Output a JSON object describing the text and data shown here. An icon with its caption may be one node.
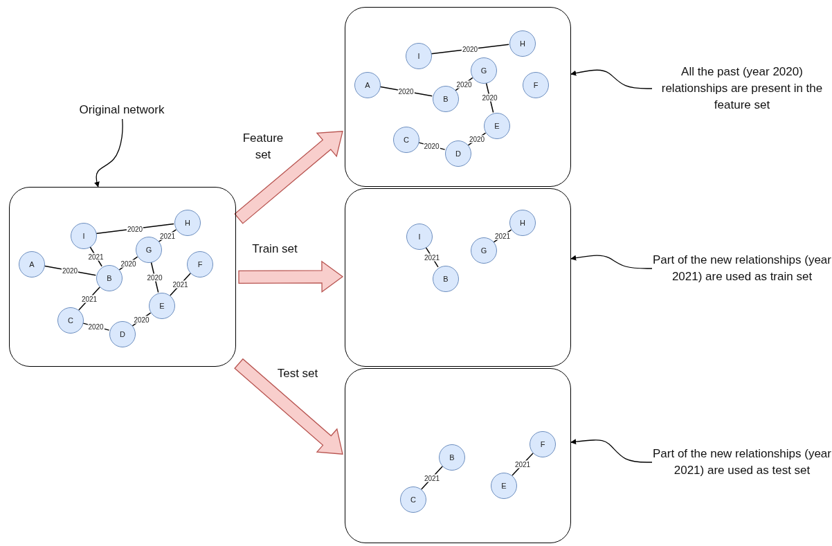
{
  "diagram": {
    "nodes": [
      {
        "text": [],
        "shape": "box"
      },
      {
        "text": [
          "H"
        ],
        "in": 0
      },
      {
        "text": [
          "I"
        ],
        "in": 0
      },
      {
        "text": [
          "G"
        ],
        "in": 0
      },
      {
        "text": [
          "A"
        ],
        "in": 0
      },
      {
        "text": [
          "F"
        ],
        "in": 0
      },
      {
        "text": [
          "B"
        ],
        "in": 0
      },
      {
        "text": [
          "E"
        ],
        "in": 0
      },
      {
        "text": [
          "C"
        ],
        "in": 0
      },
      {
        "text": [
          "D"
        ],
        "in": 0
      },
      {
        "text": [
          "All the past (year 2020) relationships are present in the feature set"
        ]
      },
      {
        "text": [
          "Original network"
        ]
      },
      {
        "text": [],
        "shape": "box"
      },
      {
        "text": [
          "H"
        ],
        "in": 12
      },
      {
        "text": [
          "I"
        ],
        "in": 12
      },
      {
        "text": [
          "G"
        ],
        "in": 12
      },
      {
        "text": [
          "A"
        ],
        "in": 12
      },
      {
        "text": [
          "F"
        ],
        "in": 12
      },
      {
        "text": [
          "B"
        ],
        "in": 12
      },
      {
        "text": [
          "E"
        ],
        "in": 12
      },
      {
        "text": [
          "C"
        ],
        "in": 12
      },
      {
        "text": [
          "D"
        ],
        "in": 12
      },
      {
        "text": [],
        "shape": "box"
      },
      {
        "text": [
          "H"
        ],
        "in": 22
      },
      {
        "text": [
          "I"
        ],
        "in": 22
      },
      {
        "text": [
          "G"
        ],
        "in": 22
      },
      {
        "text": [
          "B"
        ],
        "in": 22
      },
      {
        "text": [
          "Part of the new relationships (year 2021) are used as train set"
        ]
      },
      {
        "text": [],
        "shape": "box"
      },
      {
        "text": [
          "F"
        ],
        "in": 28
      },
      {
        "text": [
          "B"
        ],
        "in": 28
      },
      {
        "text": [
          "E"
        ],
        "in": 28
      },
      {
        "text": [
          "C"
        ],
        "in": 28
      },
      {
        "text": [
          "Part of the new relationships (year 2021) are used as test set"
        ]
      }
    ],
    "edges": [
      {
        "from": 12,
        "to": 0,
        "arrow": "to",
        "label": "Feature set",
        "style": "thick",
        "color": "#f8cecc"
      },
      {
        "from": 12,
        "to": 22,
        "arrow": "to",
        "label": "Train set",
        "style": "thick",
        "color": "#f8cecc"
      },
      {
        "from": 12,
        "to": 28,
        "arrow": "to",
        "label": "Test set",
        "style": "thick",
        "color": "#f8cecc"
      },
      {
        "from": 11,
        "to": 12,
        "arrow": "to"
      },
      {
        "from": 10,
        "to": 0,
        "arrow": "to"
      },
      {
        "from": 27,
        "to": 22,
        "arrow": "to"
      },
      {
        "from": 33,
        "to": 28,
        "arrow": "to"
      },
      {
        "from": 14,
        "to": 13,
        "arrow": "none",
        "label": "2020"
      },
      {
        "from": 15,
        "to": 13,
        "arrow": "none",
        "label": "2021"
      },
      {
        "from": 14,
        "to": 18,
        "arrow": "none",
        "label": "2021"
      },
      {
        "from": 16,
        "to": 18,
        "arrow": "none",
        "label": "2020"
      },
      {
        "from": 18,
        "to": 15,
        "arrow": "none",
        "label": "2020"
      },
      {
        "from": 15,
        "to": 19,
        "arrow": "none",
        "label": "2020"
      },
      {
        "from": 19,
        "to": 17,
        "arrow": "none",
        "label": "2021"
      },
      {
        "from": 18,
        "to": 20,
        "arrow": "none",
        "label": "2021"
      },
      {
        "from": 20,
        "to": 21,
        "arrow": "none",
        "label": "2020"
      },
      {
        "from": 21,
        "to": 19,
        "arrow": "none",
        "label": "2020"
      },
      {
        "from": 2,
        "to": 1,
        "arrow": "none",
        "label": "2020"
      },
      {
        "from": 4,
        "to": 6,
        "arrow": "none",
        "label": "2020"
      },
      {
        "from": 6,
        "to": 3,
        "arrow": "none",
        "label": "2020"
      },
      {
        "from": 3,
        "to": 7,
        "arrow": "none",
        "label": "2020"
      },
      {
        "from": 8,
        "to": 9,
        "arrow": "none",
        "label": "2020"
      },
      {
        "from": 9,
        "to": 7,
        "arrow": "none",
        "label": "2020"
      },
      {
        "from": 24,
        "to": 26,
        "arrow": "none",
        "label": "2021"
      },
      {
        "from": 25,
        "to": 23,
        "arrow": "none",
        "label": "2021"
      },
      {
        "from": 32,
        "to": 30,
        "arrow": "none",
        "label": "2021"
      },
      {
        "from": 31,
        "to": 29,
        "arrow": "none",
        "label": "2021"
      }
    ]
  }
}
